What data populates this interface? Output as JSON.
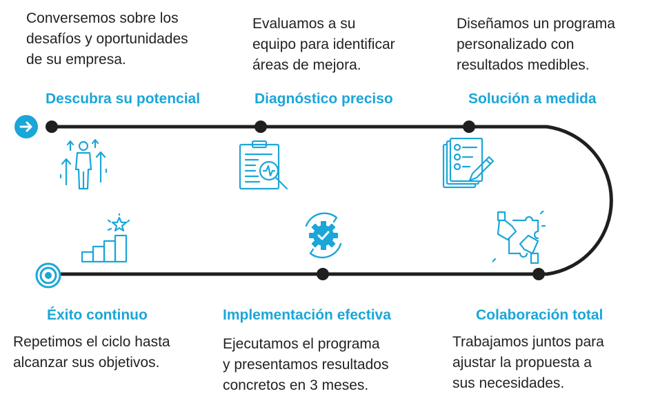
{
  "colors": {
    "accent": "#1aa6d8",
    "line": "#1f1f1f",
    "text": "#222222"
  },
  "steps": [
    {
      "title": "Descubra su potencial",
      "desc": [
        "Conversemos sobre los",
        "desafíos y oportunidades",
        "de su empresa."
      ],
      "icon": "person-growth-arrows-icon"
    },
    {
      "title": "Diagnóstico preciso",
      "desc": [
        "Evaluamos a su",
        "equipo para identificar",
        "áreas de mejora."
      ],
      "icon": "clipboard-magnifier-icon"
    },
    {
      "title": "Solución a medida",
      "desc": [
        "Diseñamos un programa",
        "personalizado con",
        "resultados medibles."
      ],
      "icon": "checklist-pencil-icon"
    },
    {
      "title": "Colaboración total",
      "desc": [
        "Trabajamos juntos para",
        "ajustar la propuesta a",
        "sus necesidades."
      ],
      "icon": "hands-puzzle-icon"
    },
    {
      "title": "Implementación efectiva",
      "desc": [
        "Ejecutamos el programa",
        "y presentamos resultados",
        "concretos en 3 meses."
      ],
      "icon": "gear-check-cycle-icon"
    },
    {
      "title": "Éxito continuo",
      "desc": [
        "Repetimos el ciclo hasta",
        "alcanzar sus objetivos."
      ],
      "icon": "bar-chart-star-icon"
    }
  ]
}
